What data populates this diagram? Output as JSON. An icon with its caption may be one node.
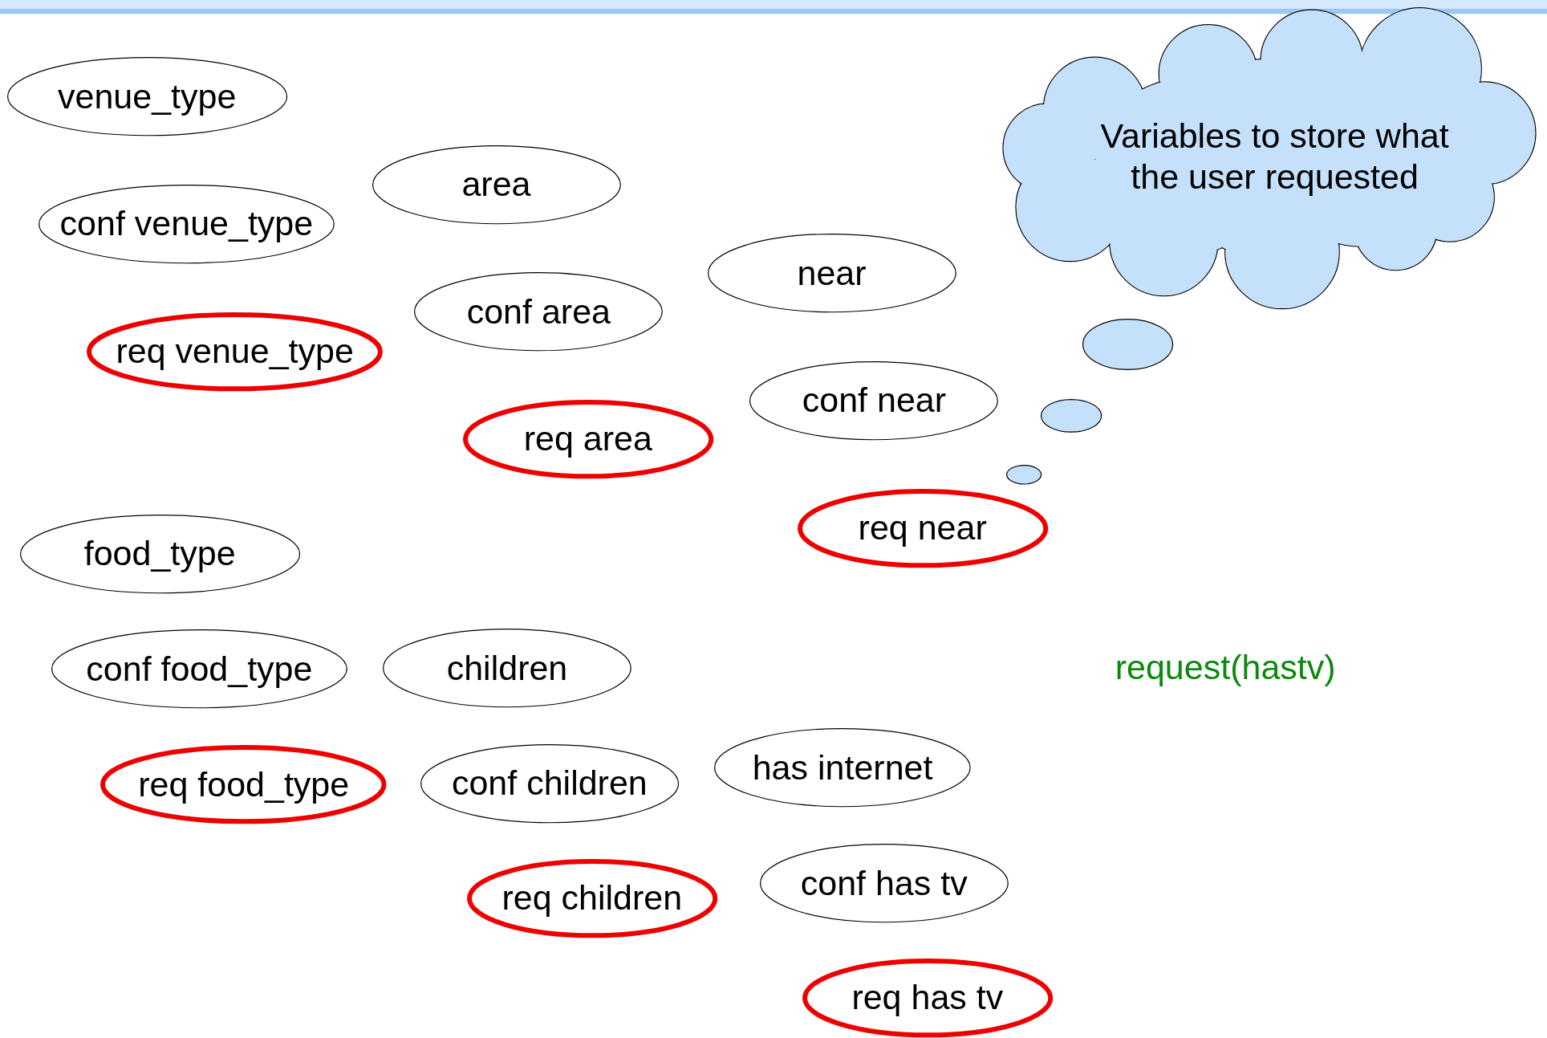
{
  "diagram": {
    "nodes": [
      {
        "text": [
          "venue_type"
        ]
      },
      {
        "text": [
          "area"
        ]
      },
      {
        "text": [
          "conf venue_type"
        ]
      },
      {
        "text": [
          "near"
        ]
      },
      {
        "text": [
          "conf area"
        ]
      },
      {
        "text": [
          "req venue_type"
        ]
      },
      {
        "text": [
          "conf near"
        ]
      },
      {
        "text": [
          "req area"
        ]
      },
      {
        "text": [
          "req near"
        ]
      },
      {
        "text": [
          "food_type"
        ]
      },
      {
        "text": [
          "conf food_type"
        ]
      },
      {
        "text": [
          "children"
        ]
      },
      {
        "text": [
          "has internet"
        ]
      },
      {
        "text": [
          "req food_type"
        ]
      },
      {
        "text": [
          "conf children"
        ]
      },
      {
        "text": [
          "conf has tv"
        ]
      },
      {
        "text": [
          "req children"
        ]
      },
      {
        "text": [
          "req has tv"
        ]
      },
      {
        "text": [
          "Variables to store what the user requested"
        ]
      },
      {
        "text": [],
        "shape": "circle"
      },
      {
        "text": [],
        "shape": "circle"
      },
      {
        "text": [],
        "shape": "circle"
      }
    ],
    "edges": [],
    "labels": [
      "request(hastv)"
    ]
  }
}
